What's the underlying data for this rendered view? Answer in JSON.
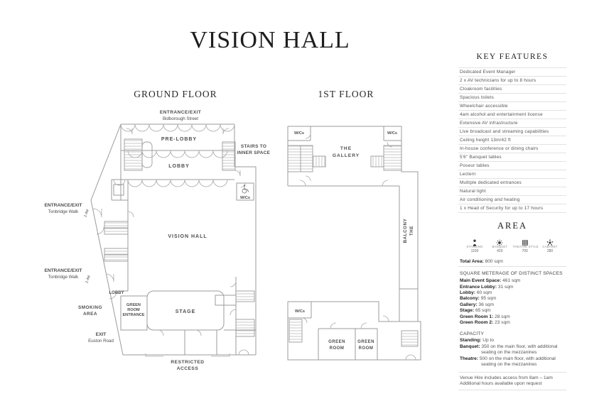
{
  "title": "VISION HALL",
  "ground_floor": {
    "title": "GROUND FLOOR",
    "labels": {
      "entrance_top": "ENTRANCE/EXIT",
      "entrance_top_sub": "Bidborough Street",
      "pre_lobby": "PRE-LOBBY",
      "lobby": "LOBBY",
      "stairs_l1": "STAIRS TO",
      "stairs_l2": "INNER SPACE",
      "wcs": "W/Cs",
      "entrance_left1": "ENTRANCE/EXIT",
      "entrance_left1_sub": "Tonbridge Walk",
      "dim1": "2.4M",
      "vision_hall": "VISION HALL",
      "entrance_left2": "ENTRANCE/EXIT",
      "entrance_left2_sub": "Tonbridge Walk",
      "dim2": "2.4M",
      "lobby_small": "LOBBY",
      "smoking_l1": "SMOKING",
      "smoking_l2": "AREA",
      "green_entrance_l1": "GREEN",
      "green_entrance_l2": "ROOM",
      "green_entrance_l3": "ENTRANCE",
      "stage": "STAGE",
      "exit": "EXIT",
      "exit_sub": "Euston Road",
      "restricted_l1": "RESTRICTED",
      "restricted_l2": "ACCESS"
    }
  },
  "first_floor": {
    "title": "1ST FLOOR",
    "labels": {
      "wcs_left": "W/Cs",
      "wcs_right": "W/Cs",
      "gallery_l1": "THE",
      "gallery_l2": "GALLERY",
      "balcony_l1": "THE",
      "balcony_l2": "BALCONY",
      "wcs_bottom": "W/Cs",
      "green1_l1": "GREEN",
      "green1_l2": "ROOM",
      "green2_l1": "GREEN",
      "green2_l2": "ROOM"
    }
  },
  "key_features": {
    "title": "KEY FEATURES",
    "items": [
      "Dedicated Event Manager",
      "2 x AV technicians for up to 8 hours",
      "Cloakroom facilities",
      "Spacious toilets",
      "Wheelchair accessible",
      "4am alcohol and entertainment license",
      "Extensive AV infrastructure",
      "Live broadcast and streaming capabilities",
      "Ceiling height 13m/42 ft",
      "In-house conference or dining chairs",
      "5'6\" Banquet tables",
      "Poseur tables",
      "Lectern",
      "Multiple dedicated entrances",
      "Natural light",
      "Air conditioning and heating",
      "1 x Head of Security for up to 17 hours"
    ]
  },
  "area": {
    "title": "AREA",
    "stats": [
      {
        "icon": "standing-icon",
        "label": "STANDING",
        "value": "1100"
      },
      {
        "icon": "banquet-icon",
        "label": "BANQUET",
        "value": "420"
      },
      {
        "icon": "theatre-icon",
        "label": "THEATRE STYLE",
        "value": "700"
      },
      {
        "icon": "cabaret-icon",
        "label": "CABARET",
        "value": "280"
      }
    ],
    "total_label": "Total Area:",
    "total_value": "800 sqm",
    "meterage_title": "SQUARE METERAGE OF DISTINCT SPACES",
    "spaces": [
      {
        "label": "Main Event Space:",
        "value": "461 sqm"
      },
      {
        "label": "Entrance Lobby:",
        "value": "31 sqm"
      },
      {
        "label": "Lobby:",
        "value": "60 sqm"
      },
      {
        "label": "Balcony:",
        "value": "95 sqm"
      },
      {
        "label": "Gallery:",
        "value": "36 sqm"
      },
      {
        "label": "Stage:",
        "value": "65 sqm"
      },
      {
        "label": "Green Room 1:",
        "value": "28 sqm"
      },
      {
        "label": "Green Room 2:",
        "value": "23 sqm"
      }
    ],
    "capacity_title": "CAPACITY",
    "capacity": [
      {
        "label": "Standing:",
        "value": "Up to"
      },
      {
        "label": "Banquet:",
        "value": "350 on the main floor, with additional seating on the mezzanines"
      },
      {
        "label": "Theatre:",
        "value": "500 on the main floor, with additional seating on the mezzanines"
      }
    ],
    "footer_line1": "Venue Hire includes access from 8am – 1am",
    "footer_line2": "Additional hours available upon request"
  },
  "colors": {
    "wall": "#9b9b9b",
    "text": "#4d4d4d",
    "separator": "#e2e2e2"
  }
}
